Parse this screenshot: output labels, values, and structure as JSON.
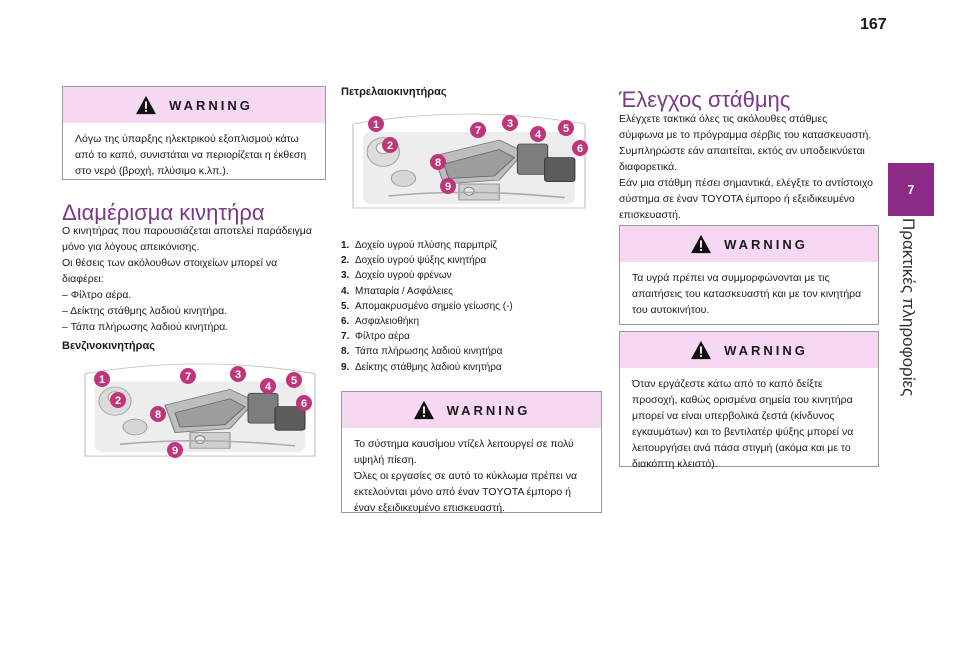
{
  "page_number": "167",
  "chapter": {
    "number": "7",
    "title": "Πρακτικές πληροφορίες"
  },
  "warning_1": {
    "label": "WARNING",
    "text": "Λόγω της ύπαρξης ηλεκτρικού εξοπλισμού κάτω από το καπό, συνιστάται να περιορίζεται η έκθεση στο νερό (βροχή, πλύσιμο κ.λπ.)."
  },
  "engine_section": {
    "title": "Διαμέρισμα κινητήρα",
    "intro_lines": [
      "Ο κινητήρας που παρουσιάζεται αποτελεί παράδειγμα",
      "μόνο για λόγους απεικόνισης.",
      "Οι θέσεις των ακόλουθων στοιχείων μπορεί να",
      "διαφέρει:"
    ],
    "bullets": [
      "–  Φίλτρο αέρα.",
      "–  Δείκτης στάθμης λαδιού κινητήρα.",
      "–  Τάπα πλήρωσης λαδιού κινητήρα."
    ],
    "petrol_heading": "Βενζινοκινητήρας",
    "diesel_heading": "Πετρελαιοκινητήρας"
  },
  "callouts": [
    "1",
    "2",
    "7",
    "3",
    "4",
    "5",
    "6",
    "8",
    "9"
  ],
  "components": [
    {
      "n": "1.",
      "label": "Δοχείο υγρού πλύσης παρμπρίζ"
    },
    {
      "n": "2.",
      "label": "Δοχείο υγρού ψύξης κινητήρα"
    },
    {
      "n": "3.",
      "label": "Δοχείο υγρού φρένων"
    },
    {
      "n": "4.",
      "label": "Μπαταρία / Ασφάλειες"
    },
    {
      "n": "5.",
      "label": "Απομακρυσμένο σημείο γείωσης (-)"
    },
    {
      "n": "6.",
      "label": "Ασφαλειοθήκη"
    },
    {
      "n": "7.",
      "label": "Φίλτρο αέρα"
    },
    {
      "n": "8.",
      "label": "Τάπα πλήρωσης λαδιού κινητήρα"
    },
    {
      "n": "9.",
      "label": "Δείκτης στάθμης λαδιού κινητήρα"
    }
  ],
  "warning_2": {
    "label": "WARNING",
    "lines": [
      "Το σύστημα καυσίμου ντίζελ λειτουργεί σε πολύ",
      "υψηλή πίεση.",
      "Όλες οι εργασίες σε αυτό το κύκλωμα πρέπει να",
      "εκτελούνται μόνο από έναν TOYOTA έμπορο ή",
      "έναν εξειδικευμένο επισκευαστή."
    ]
  },
  "levels_section": {
    "title": "Έλεγχος στάθμης",
    "lines": [
      "Ελέγχετε τακτικά όλες τις ακόλουθες στάθμες",
      "σύμφωνα με το πρόγραμμα σέρβις του κατασκευαστή.",
      "Συμπληρώστε εάν απαιτείται, εκτός αν υποδεικνύεται",
      "διαφορετικά.",
      "Εάν μια στάθμη πέσει σημαντικά, ελέγξτε το αντίστοιχο",
      "σύστημα σε έναν TOYOTA έμπορο ή εξειδικευμένο",
      "επισκευαστή."
    ]
  },
  "warning_3": {
    "label": "WARNING",
    "lines": [
      "Τα υγρά πρέπει να συμμορφώνονται με τις",
      "απαιτήσεις του κατασκευαστή και με τον κινητήρα",
      "του αυτοκινήτου."
    ]
  },
  "warning_4": {
    "label": "WARNING",
    "lines": [
      "Όταν εργάζεστε κάτω από το καπό δείξτε",
      "προσοχή, καθώς ορισμένα σημεία του κινητήρα",
      "μπορεί να είναι υπερβολικά ζεστά (κίνδυνος",
      "εγκαυμάτων) και το βεντιλατέρ ψύξης μπορεί να",
      "λειτουργήσει ανά πάσα στιγμή (ακόμα και με το",
      "διακόπτη κλειστό)."
    ]
  },
  "colors": {
    "accent": "#8b2a87",
    "callout": "#c0357a",
    "warning_band": "#f7d8f3"
  }
}
